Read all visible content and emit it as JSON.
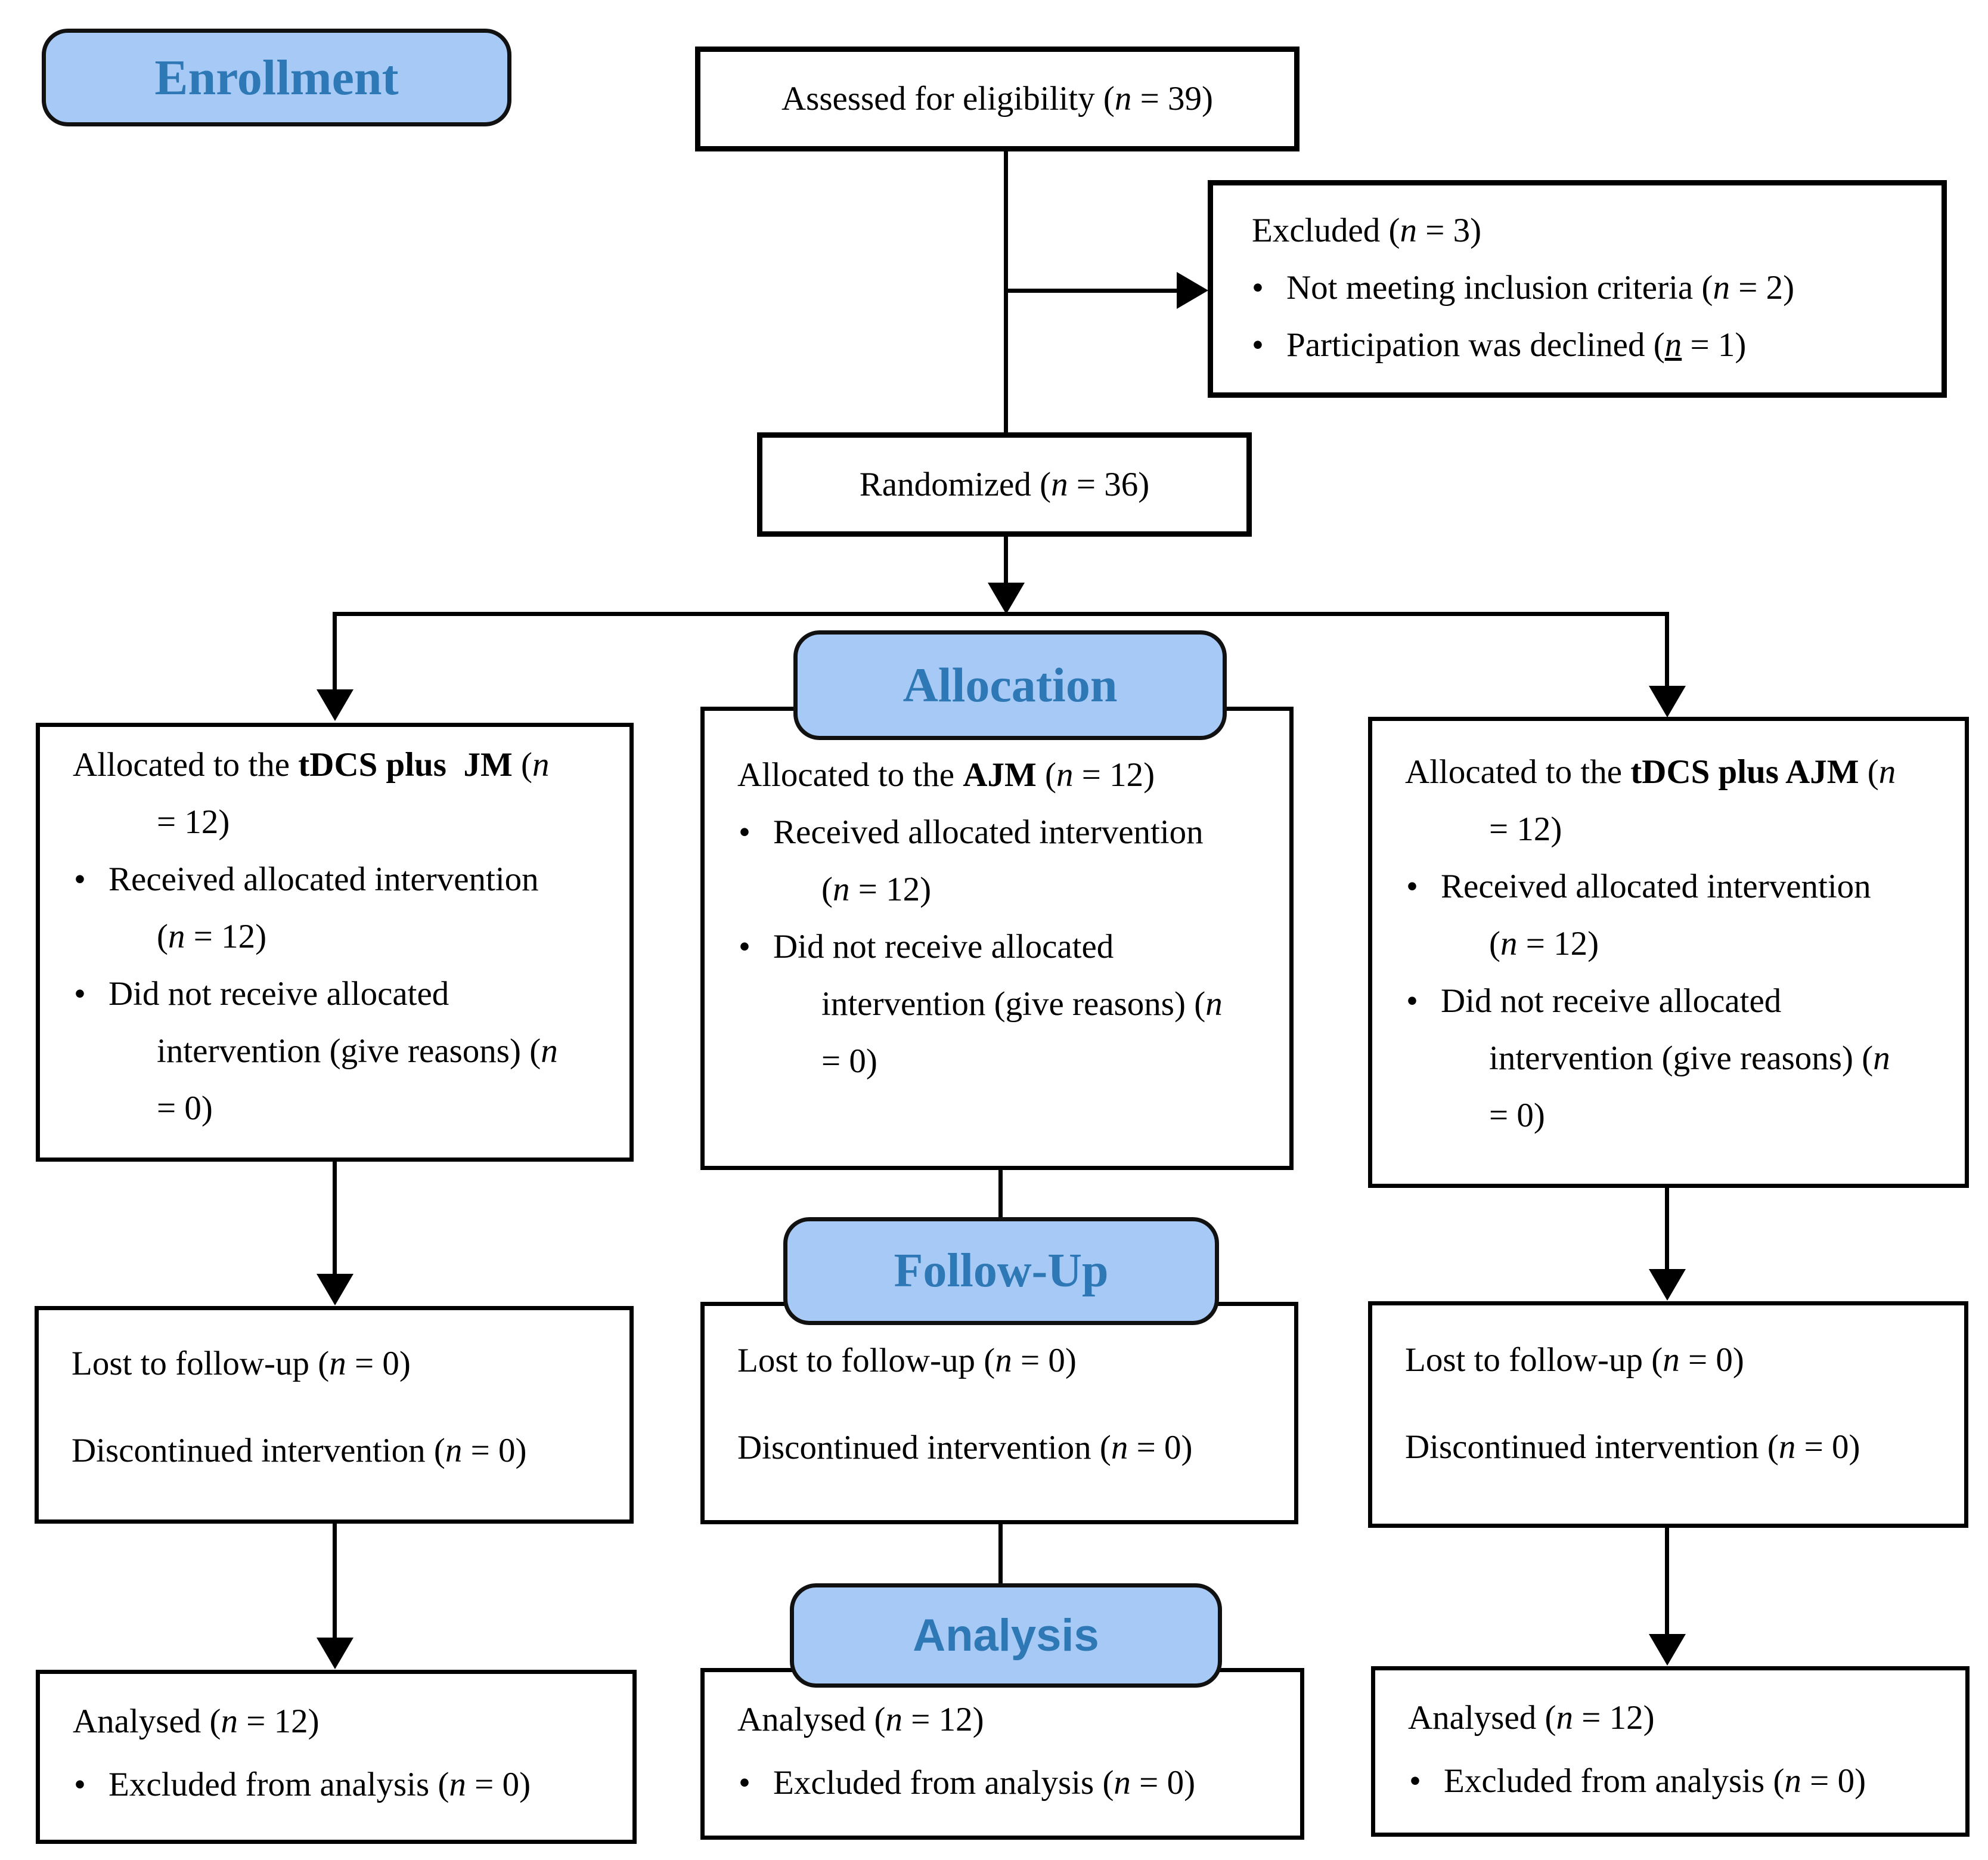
{
  "stage_labels": {
    "enrollment": "Enrollment",
    "allocation": "Allocation",
    "follow_up": "Follow-Up",
    "analysis": "Analysis"
  },
  "colors": {
    "label_fill": "#a6c9f5",
    "label_text": "#2e78b5",
    "box_border": "#000000",
    "connector": "#000000"
  },
  "boxes": {
    "assessed": {
      "text": "Assessed for eligibility (*n* = 39)"
    },
    "excluded": {
      "title": "Excluded (*n* = 3)",
      "bullet1": "Not meeting inclusion criteria (*n* = 2)",
      "bullet2": "Participation was declined (__*n*__ = 1)"
    },
    "randomized": {
      "text": "Randomized (*n* = 36)"
    },
    "alloc_left": {
      "lines": [
        "Allocated to the **tDCS plus  JM** (*n*",
        "= 12)",
        "Received allocated intervention",
        "(*n* = 12)",
        "Did not receive allocated",
        "intervention (give reasons) (*n*",
        "= 0)"
      ]
    },
    "alloc_mid": {
      "lines": [
        "Allocated to the **AJM** (*n* = 12)",
        "Received allocated intervention",
        "(*n* = 12)",
        "Did not receive allocated",
        "intervention (give reasons) (*n*",
        "= 0)"
      ]
    },
    "alloc_right": {
      "lines": [
        "Allocated to the **tDCS plus AJM** (*n*",
        "= 12)",
        "Received allocated intervention",
        "(*n* = 12)",
        "Did not receive allocated",
        "intervention (give reasons) (*n*",
        "= 0)"
      ]
    },
    "fu_left": {
      "line1": "Lost to follow-up (*n* = 0)",
      "line2": "Discontinued intervention (*n* = 0)"
    },
    "fu_mid": {
      "line1": "Lost to follow-up (*n* = 0)",
      "line2": "Discontinued intervention (*n* = 0)"
    },
    "fu_right": {
      "line1": "Lost to follow-up (*n* = 0)",
      "line2": "Discontinued intervention (*n* = 0)"
    },
    "an_left": {
      "title": "Analysed (*n* = 12)",
      "bullet": "Excluded from analysis (*n* = 0)"
    },
    "an_mid": {
      "title": "Analysed (*n* = 12)",
      "bullet": "Excluded from analysis (*n* = 0)"
    },
    "an_right": {
      "title": "Analysed (*n* = 12)",
      "bullet": "Excluded from analysis (*n* = 0)"
    }
  }
}
